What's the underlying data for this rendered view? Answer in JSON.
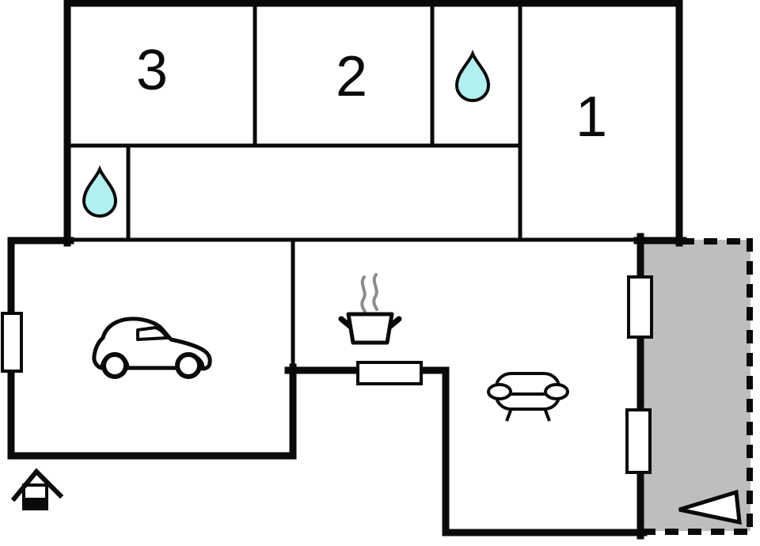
{
  "floorplan": {
    "type": "apartment-floor-plan",
    "rooms": [
      {
        "key": "bedroom-3",
        "label": "3"
      },
      {
        "key": "bedroom-2",
        "label": "2"
      },
      {
        "key": "bedroom-1",
        "label": "1"
      },
      {
        "key": "bathroom-upper",
        "icon": "water-drop-icon"
      },
      {
        "key": "bathroom-lower",
        "icon": "water-drop-icon"
      },
      {
        "key": "hallway"
      },
      {
        "key": "garage",
        "icon": "car-icon"
      },
      {
        "key": "kitchen",
        "icon": "cooking-pot-icon"
      },
      {
        "key": "living-room",
        "icon": "sofa-icon"
      },
      {
        "key": "terrace",
        "icon": "entrance-arrow-icon"
      }
    ],
    "icons": [
      {
        "name": "water-drop-icon",
        "meaning": "water / bathroom"
      },
      {
        "name": "car-icon",
        "meaning": "garage / parking"
      },
      {
        "name": "cooking-pot-icon",
        "meaning": "kitchen"
      },
      {
        "name": "sofa-icon",
        "meaning": "living room"
      },
      {
        "name": "house-icon",
        "meaning": "building marker"
      },
      {
        "name": "entrance-arrow-icon",
        "meaning": "entrance direction"
      }
    ]
  },
  "colors": {
    "bg": "#ffffff",
    "wall": "#0a0a0a",
    "terrace-fill": "#bebebe",
    "drop-fill": "#b2f0f0",
    "steam": "#8c8c8c"
  }
}
